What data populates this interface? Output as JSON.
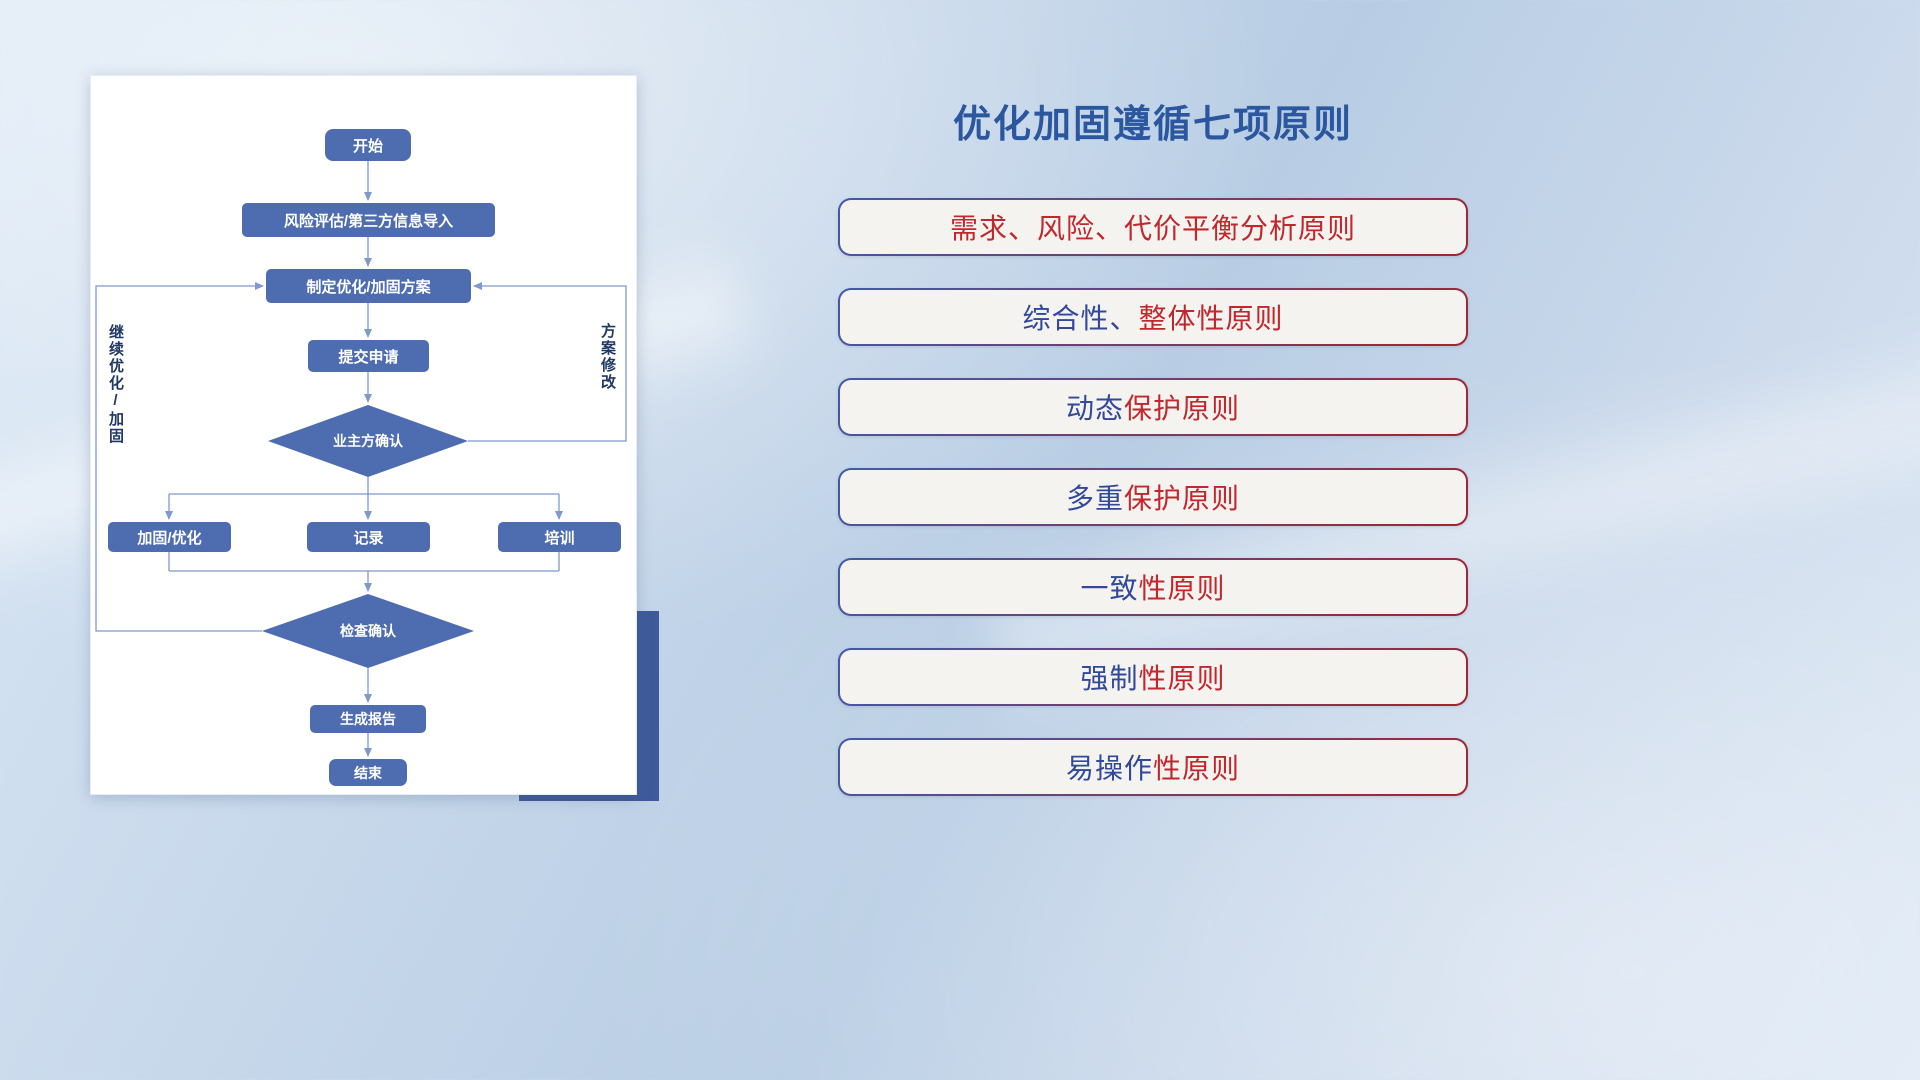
{
  "flowchart": {
    "nodes": {
      "start": "开始",
      "risk": "风险评估/第三方信息导入",
      "plan": "制定优化/加固方案",
      "submit": "提交申请",
      "owner_confirm": "业主方确认",
      "reinforce": "加固/优化",
      "record": "记录",
      "training": "培训",
      "check_confirm": "检查确认",
      "report": "生成报告",
      "end": "结束"
    },
    "loop_labels": {
      "left": "继续优化/加固",
      "right": "方案修改"
    }
  },
  "panel": {
    "title": "优化加固遵循七项原则",
    "principles": [
      [
        {
          "text": "需求、风险、代价平衡分析原则",
          "color": "#c1272d"
        }
      ],
      [
        {
          "text": "综合性、",
          "color": "#31489b"
        },
        {
          "text": "整体性原则",
          "color": "#c1272d"
        }
      ],
      [
        {
          "text": "动态",
          "color": "#31489b"
        },
        {
          "text": "保护原则",
          "color": "#c1272d"
        }
      ],
      [
        {
          "text": "多重",
          "color": "#31489b"
        },
        {
          "text": "保护原则",
          "color": "#c1272d"
        }
      ],
      [
        {
          "text": "一致",
          "color": "#31489b"
        },
        {
          "text": "性原则",
          "color": "#c1272d"
        }
      ],
      [
        {
          "text": "强制",
          "color": "#31489b"
        },
        {
          "text": "性原则",
          "color": "#c1272d"
        }
      ],
      [
        {
          "text": "易操作",
          "color": "#31489b"
        },
        {
          "text": "性原则",
          "color": "#c1272d"
        }
      ]
    ]
  },
  "colors": {
    "node_blue": "#4e6cb0",
    "connector_blue": "#7d99cd",
    "loop_label_navy": "#1f3864",
    "title_blue": "#2b579f",
    "pill_bg": "#f4f3f0",
    "pill_border_start": "#3e5ba9",
    "pill_border_end": "#a32430",
    "shadow_navy": "#3f5a9a"
  }
}
